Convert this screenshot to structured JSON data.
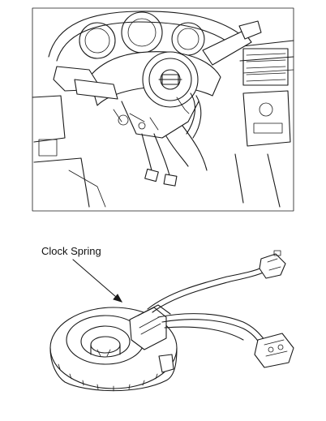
{
  "callout": {
    "label": "Clock Spring"
  },
  "icons": {
    "top_view": "steering-column-assembly-illustration",
    "bottom_view": "clock-spring-component-illustration"
  }
}
